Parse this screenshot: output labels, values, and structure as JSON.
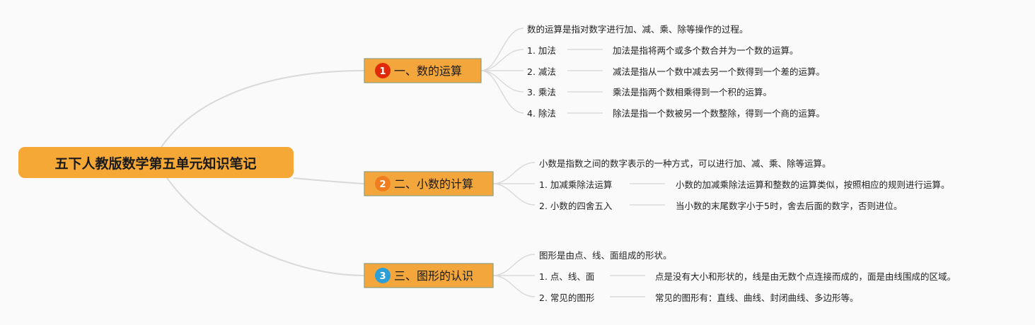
{
  "root": {
    "title": "五下人教版数学第五单元知识笔记"
  },
  "colors": {
    "root_fill": "#f5a836",
    "branch_fill": "#f3a63c",
    "branch_border": "#8d9e7c",
    "connector": "#d9d9d9",
    "badges": [
      "#e02a0a",
      "#f07d20",
      "#2c9fd8"
    ]
  },
  "branches": [
    {
      "number": "1",
      "label": "一、数的运算",
      "summary": "数的运算是指对数字进行加、减、乘、除等操作的过程。",
      "items": [
        {
          "term": "1. 加法",
          "detail": "加法是指将两个或多个数合并为一个数的运算。"
        },
        {
          "term": "2. 减法",
          "detail": "减法是指从一个数中减去另一个数得到一个差的运算。"
        },
        {
          "term": "3. 乘法",
          "detail": "乘法是指两个数相乘得到一个积的运算。"
        },
        {
          "term": "4. 除法",
          "detail": "除法是指一个数被另一个数整除，得到一个商的运算。"
        }
      ]
    },
    {
      "number": "2",
      "label": "二、小数的计算",
      "summary": "小数是指数之间的数字表示的一种方式，可以进行加、减、乘、除等运算。",
      "items": [
        {
          "term": "1. 加减乘除法运算",
          "detail": "小数的加减乘除法运算和整数的运算类似，按照相应的规则进行运算。"
        },
        {
          "term": "2. 小数的四舍五入",
          "detail": "当小数的末尾数字小于5时，舍去后面的数字，否则进位。"
        }
      ]
    },
    {
      "number": "3",
      "label": "三、图形的认识",
      "summary": "图形是由点、线、面组成的形状。",
      "items": [
        {
          "term": "1. 点、线、面",
          "detail": "点是没有大小和形状的，线是由无数个点连接而成的，面是由线围成的区域。"
        },
        {
          "term": "2. 常见的图形",
          "detail": "常见的图形有：直线、曲线、封闭曲线、多边形等。"
        }
      ]
    }
  ]
}
